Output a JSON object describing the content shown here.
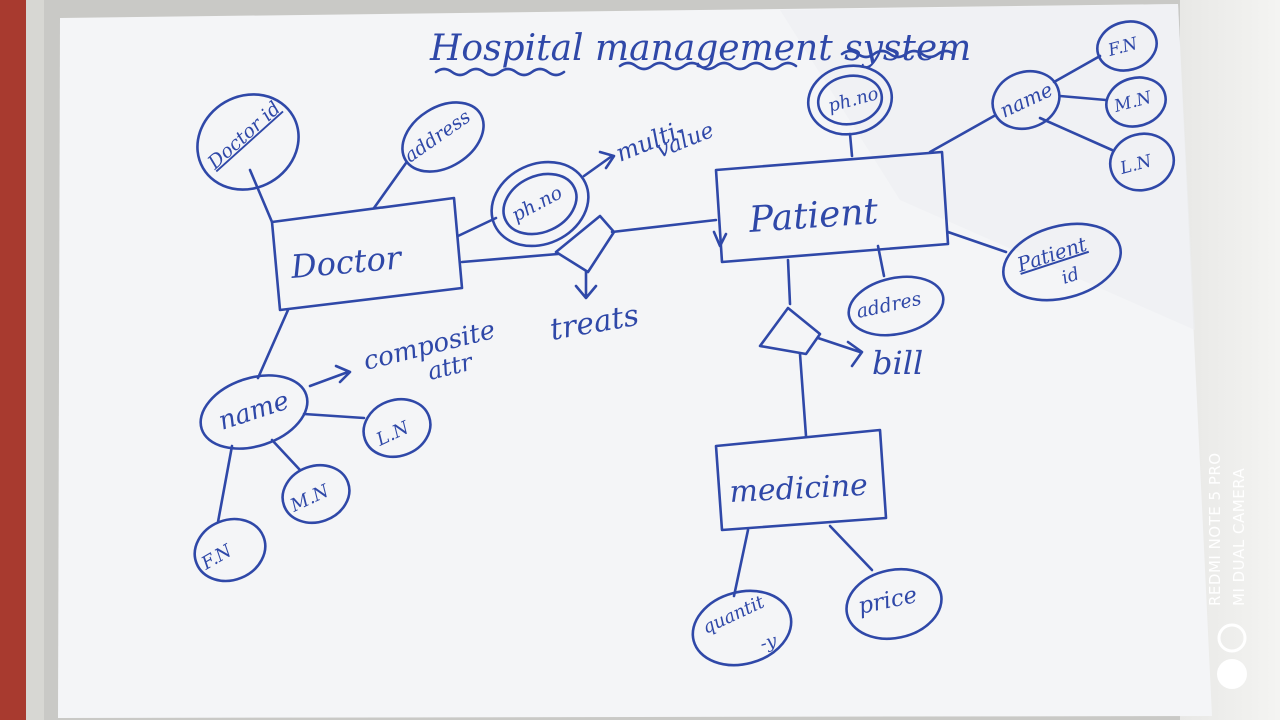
{
  "title": "Hospital management system",
  "entities": {
    "doctor": "Doctor",
    "patient": "Patient",
    "medicine": "medicine"
  },
  "relationships": {
    "treats": "treats",
    "bill": "bill"
  },
  "doctor_attributes": {
    "doctor_id": "Doctor id",
    "address": "address",
    "ph_no": "ph.no",
    "name": "name",
    "fn": "F.N",
    "mn": "M.N",
    "ln": "L.N"
  },
  "patient_attributes": {
    "ph_no": "ph.no",
    "name": "name",
    "fn": "F.N",
    "mn": "M.N",
    "ln": "L.N",
    "patient_id_1": "Patient",
    "patient_id_2": "id",
    "address": "addres"
  },
  "medicine_attributes": {
    "quantity_1": "quantit",
    "quantity_2": "-y",
    "price": "price"
  },
  "annotations": {
    "multi_1": "multi-",
    "multi_2": "value",
    "composite_1": "composite",
    "composite_2": "attr"
  },
  "watermark": {
    "line1": "REDMI NOTE 5 PRO",
    "line2": "MI DUAL CAMERA"
  }
}
